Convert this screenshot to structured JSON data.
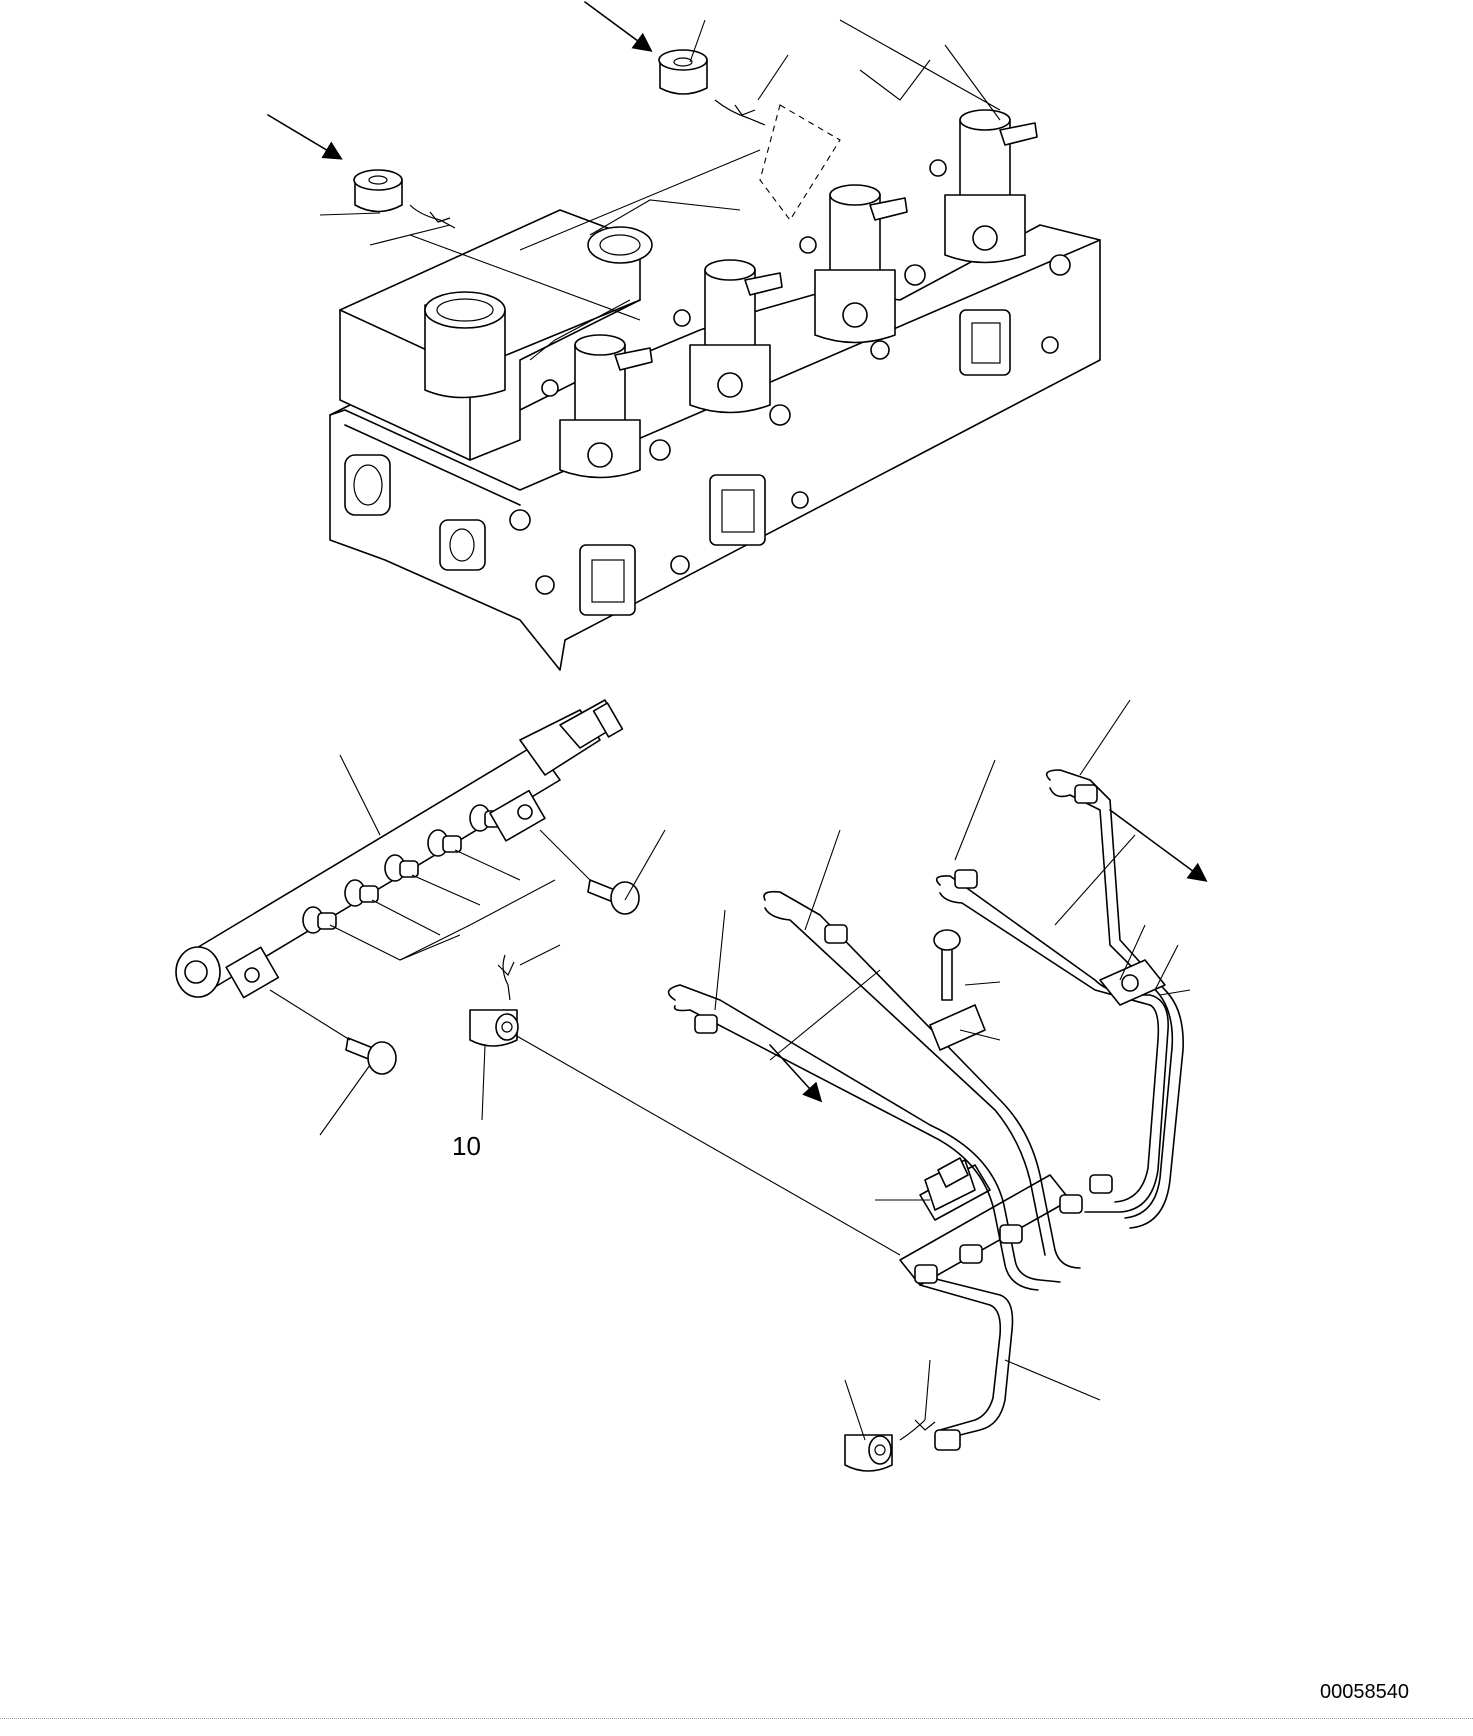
{
  "diagram": {
    "callouts": [
      {
        "id": "callout-10",
        "text": "10"
      }
    ],
    "drawing_number": "00058540"
  }
}
